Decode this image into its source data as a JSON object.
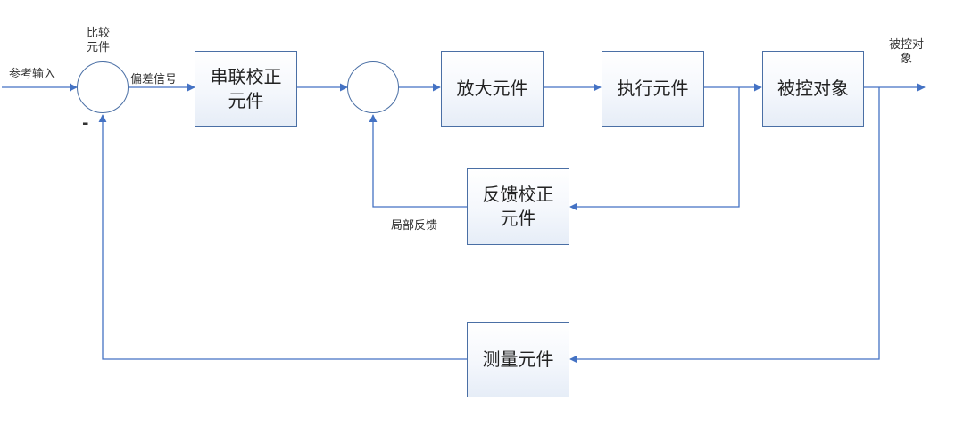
{
  "diagram": {
    "blocks": {
      "series_correction": "串联校正\n元件",
      "amplifier": "放大元件",
      "actuator": "执行元件",
      "plant": "被控对象",
      "feedback_correction": "反馈校正\n元件",
      "measurement": "测量元件"
    },
    "labels": {
      "reference_input": "参考输入",
      "comparator": "比较\n元件",
      "error_signal": "偏差信号",
      "controlled_output": "被控对\n象",
      "local_feedback": "局部反馈",
      "minus_sign": "-"
    },
    "colors": {
      "line": "#4472c4",
      "block_border": "#4a6fa5"
    }
  }
}
